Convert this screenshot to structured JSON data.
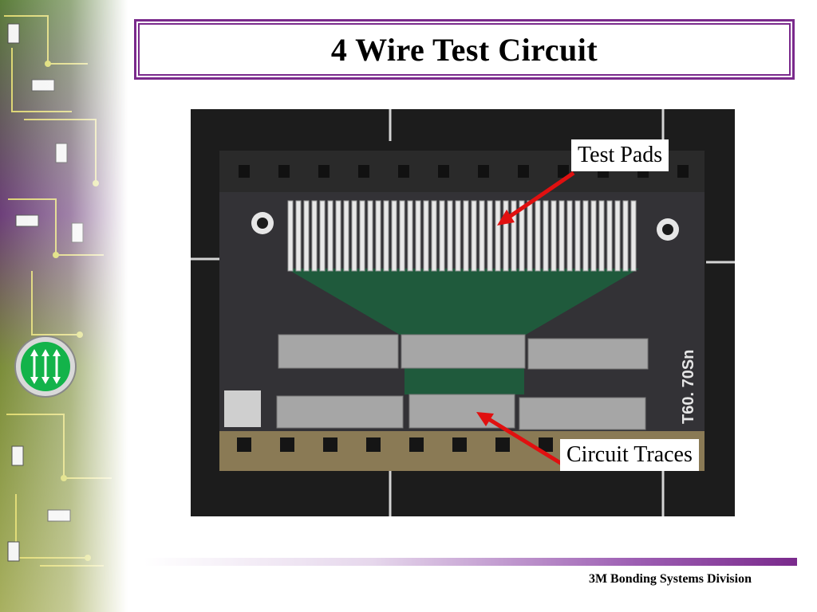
{
  "slide": {
    "title": "4 Wire Test Circuit",
    "footer": "3M Bonding Systems Division"
  },
  "callouts": {
    "test_pads": "Test Pads",
    "circuit_traces": "Circuit Traces"
  },
  "photo": {
    "chip_marking": "T60. 70Sn"
  },
  "colors": {
    "accent_purple": "#7a2a8c",
    "arrow_red": "#e01010",
    "trace_green": "#1f5a3c"
  },
  "icons": {
    "logo": "three-arrows-logo-icon"
  }
}
